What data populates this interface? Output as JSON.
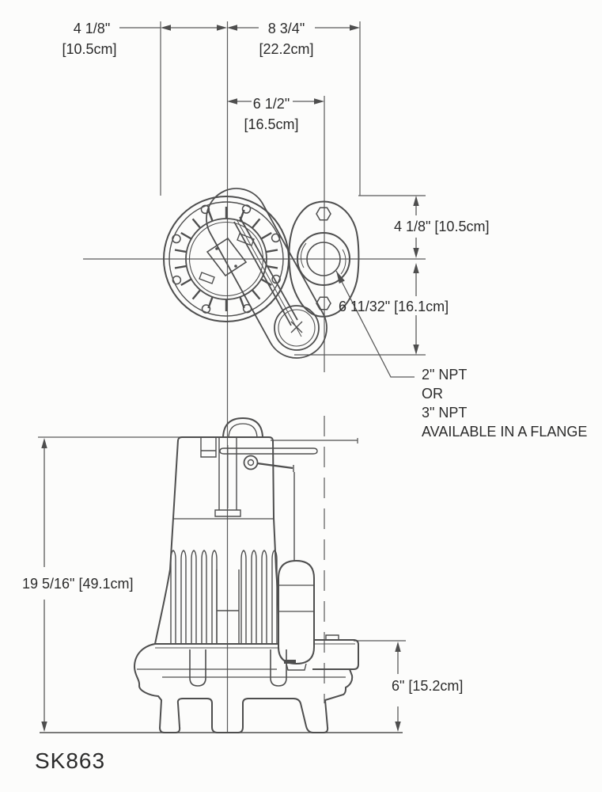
{
  "drawing_title": "pump-dimensional-drawing",
  "model_label": "SK863",
  "dims": {
    "top_left_in": "4 1/8\"",
    "top_left_cm": "[10.5cm]",
    "top_right_in": "8 3/4\"",
    "top_right_cm": "[22.2cm]",
    "mid_in": "6 1/2\"",
    "mid_cm": "[16.5cm]",
    "flange_upper": "4 1/8\" [10.5cm]",
    "flange_lower": "6 11/32\" [16.1cm]",
    "overall_height": "19 5/16\" [49.1cm]",
    "discharge_height": "6\" [15.2cm]"
  },
  "note": {
    "lines": [
      "2\" NPT",
      "OR",
      "3\" NPT",
      "AVAILABLE IN A FLANGE"
    ]
  },
  "colors": {
    "background": "#fcfcfb",
    "object_line": "#4e4e4e",
    "dimension_line": "#5a5a5a",
    "text": "#2b2b2b"
  }
}
